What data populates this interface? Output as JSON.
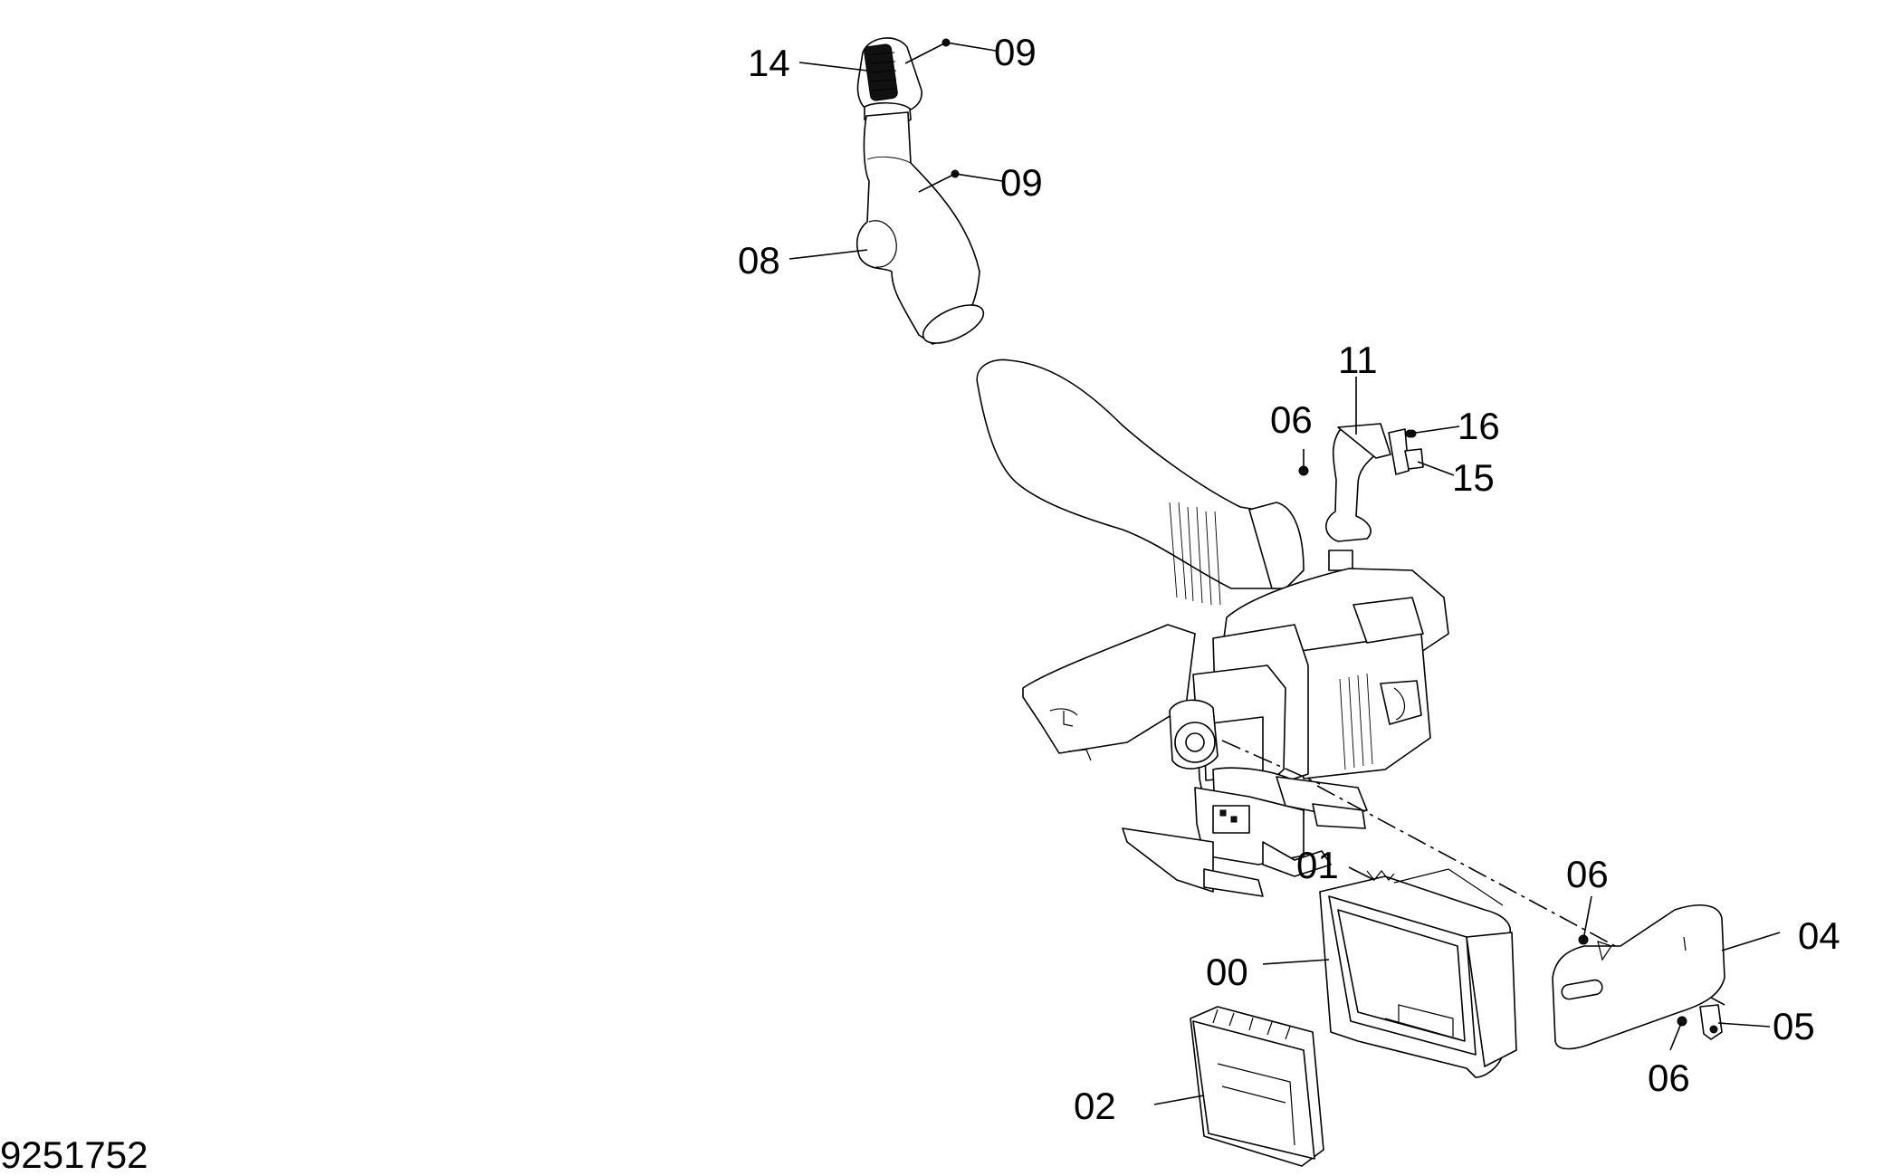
{
  "drawing_number": "9251752",
  "callouts": {
    "c14": "14",
    "c09a": "09",
    "c09b": "09",
    "c08": "08",
    "c11": "11",
    "c06a": "06",
    "c16": "16",
    "c15": "15",
    "c01": "01",
    "c06b": "06",
    "c04": "04",
    "c00": "00",
    "c05": "05",
    "c06c": "06",
    "c02": "02"
  }
}
